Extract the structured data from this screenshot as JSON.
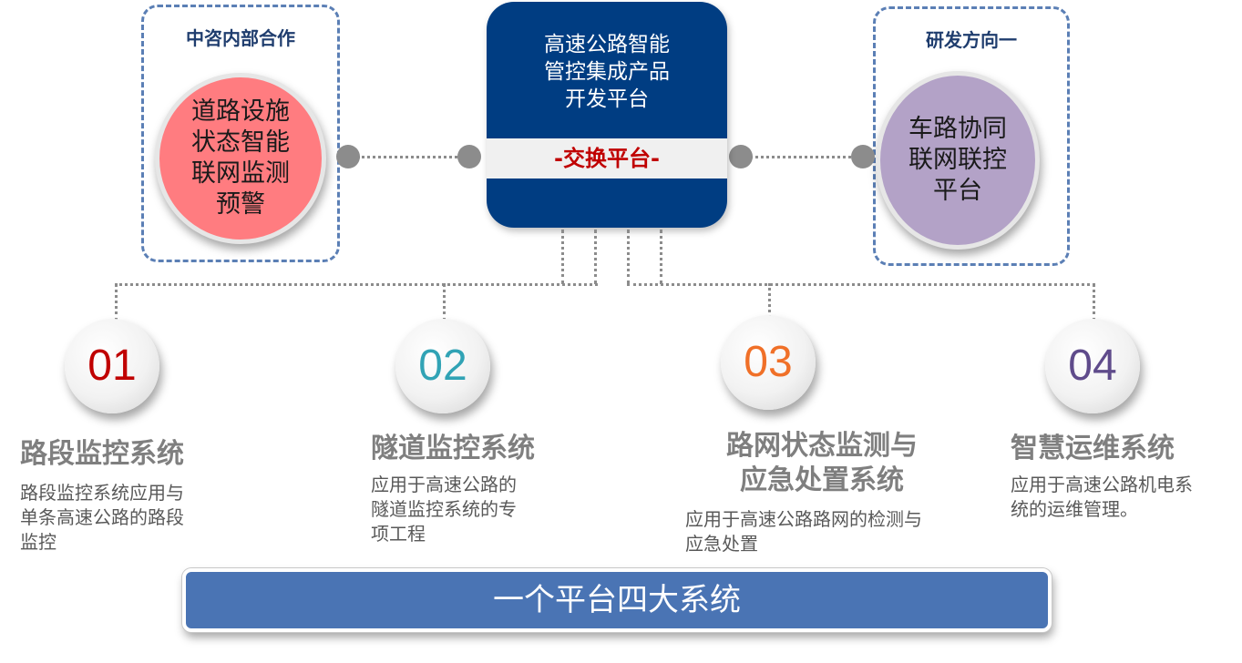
{
  "left_frame": {
    "title": "中咨内部合作",
    "circle_lines": [
      "道路设施",
      "状态智能",
      "联网监测",
      "预警"
    ],
    "circle_color": "#ff7c80"
  },
  "center": {
    "title_lines": [
      "高速公路智能",
      "管控集成产品",
      "开发平台"
    ],
    "exchange_label": "-交换平台-",
    "color": "#003d82"
  },
  "right_frame": {
    "title": "研发方向一",
    "circle_lines": [
      "车路协同",
      "联网联控",
      "平台"
    ],
    "circle_color": "#b3a2c7"
  },
  "systems": [
    {
      "number": "01",
      "number_color": "#c00000",
      "title_lines": [
        "路段监控系统"
      ],
      "desc_lines": [
        "路段监控系统应用与",
        "单条高速公路的路段",
        "监控"
      ]
    },
    {
      "number": "02",
      "number_color": "#31a3b5",
      "title_lines": [
        "隧道监控系统"
      ],
      "desc_lines": [
        "应用于高速公路的",
        "隧道监控系统的专",
        "项工程"
      ]
    },
    {
      "number": "03",
      "number_color": "#f07028",
      "title_lines": [
        "路网状态监测与",
        "应急处置系统"
      ],
      "desc_lines": [
        "应用于高速公路路网的检测与",
        "应急处置"
      ]
    },
    {
      "number": "04",
      "number_color": "#5f4b8b",
      "title_lines": [
        "智慧运维系统"
      ],
      "desc_lines": [
        "应用于高速公路机电系",
        "统的运维管理。"
      ]
    }
  ],
  "bottom_banner": "一个平台四大系统"
}
